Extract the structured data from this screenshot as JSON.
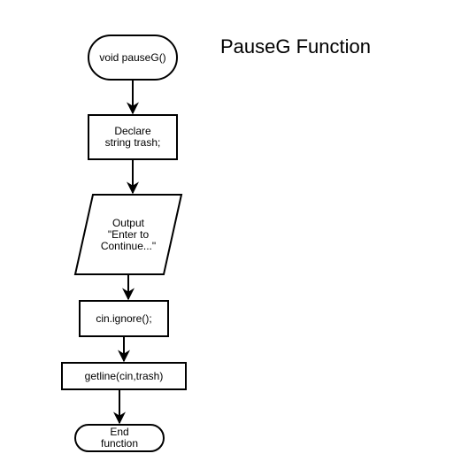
{
  "title": "PauseG Function",
  "colors": {
    "stroke": "#000000",
    "fill": "#ffffff",
    "text": "#000000"
  },
  "nodes": [
    {
      "id": "start",
      "shape": "terminator",
      "lines": [
        "void pauseG()"
      ]
    },
    {
      "id": "declare",
      "shape": "process",
      "lines": [
        "Declare",
        "string trash;"
      ]
    },
    {
      "id": "output",
      "shape": "input-output",
      "lines": [
        "Output",
        "\"Enter to",
        "Continue...\""
      ]
    },
    {
      "id": "ignore",
      "shape": "process",
      "lines": [
        "cin.ignore();"
      ]
    },
    {
      "id": "getline",
      "shape": "process",
      "lines": [
        "getline(cin,trash)"
      ]
    },
    {
      "id": "end",
      "shape": "terminator",
      "lines": [
        "End",
        "function"
      ]
    }
  ],
  "edges": [
    {
      "from": "start",
      "to": "declare"
    },
    {
      "from": "declare",
      "to": "output"
    },
    {
      "from": "output",
      "to": "ignore"
    },
    {
      "from": "ignore",
      "to": "getline"
    },
    {
      "from": "getline",
      "to": "end"
    }
  ]
}
